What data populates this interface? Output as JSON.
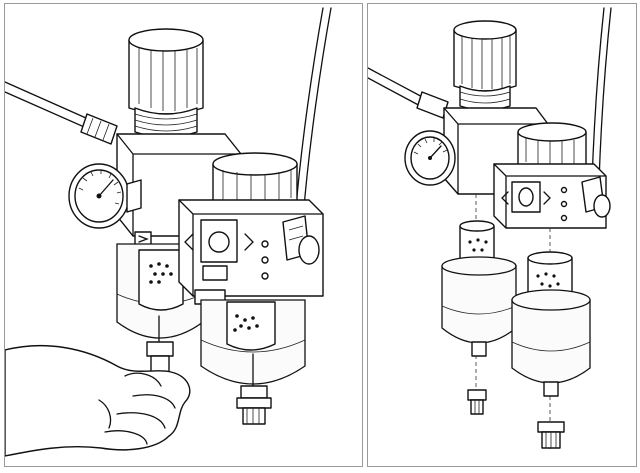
{
  "figure": {
    "panels": [
      {
        "id": "left",
        "state": "assembled, hand loosening bowl drain"
      },
      {
        "id": "right",
        "state": "exploded, bowls and drains removed"
      }
    ],
    "colors": {
      "ink": "#111111",
      "background": "#ffffff",
      "frame": "#9a9a9a"
    },
    "icons": [
      "pressure-gauge-icon",
      "flow-arrow-icon",
      "hand-icon"
    ]
  }
}
